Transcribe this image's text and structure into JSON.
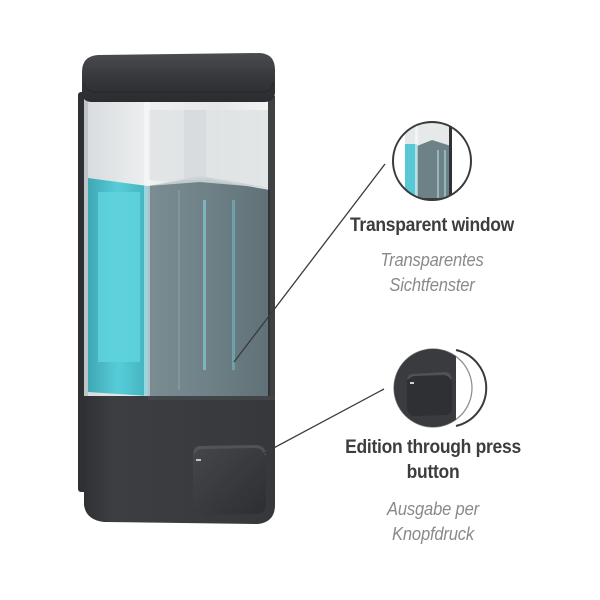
{
  "product": {
    "name": "wall-mounted soap dispenser",
    "colors": {
      "housing": "#3a3c3f",
      "lid": "#36383b",
      "liquid_front": "#6f8288",
      "liquid_side": "#4fc3cf",
      "glass": "#e9eced",
      "background": "#ffffff"
    }
  },
  "callouts": [
    {
      "id": "transparent-window",
      "title_en": "Transparent window",
      "subtitle_de_line1": "Transparentes",
      "subtitle_de_line2": "Sichtfenster"
    },
    {
      "id": "press-button",
      "title_en_line1": "Edition through press",
      "title_en_line2": "button",
      "subtitle_de_line1": "Ausgabe per",
      "subtitle_de_line2": "Knopfdruck"
    }
  ],
  "colors": {
    "title_text": "#3d3d3d",
    "subtitle_text": "#8a8a8a",
    "leader_line": "#3a3a3a"
  }
}
